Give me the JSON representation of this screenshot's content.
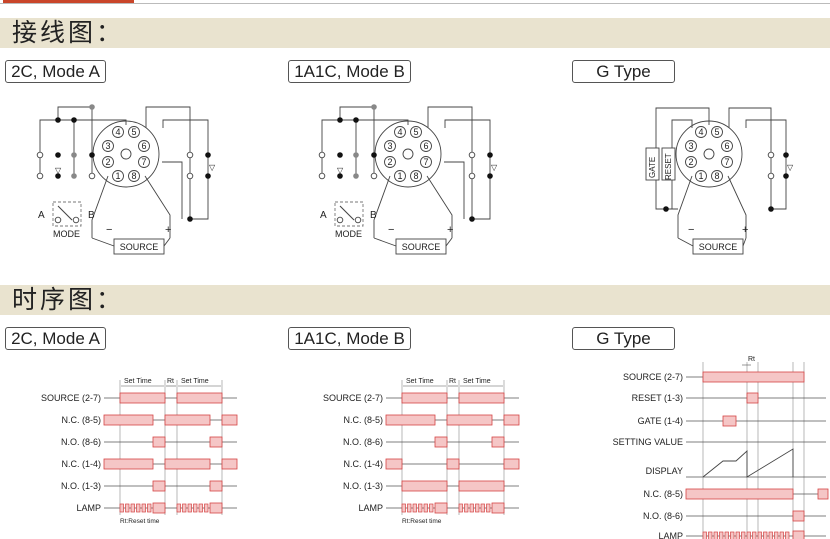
{
  "sections": {
    "wiring_title": "接线图：",
    "timing_title": "时序图："
  },
  "panels": [
    {
      "label": "2C, Mode A"
    },
    {
      "label": "1A1C, Mode B"
    },
    {
      "label": "G Type"
    }
  ],
  "wiring": {
    "pins": [
      "1",
      "2",
      "3",
      "4",
      "5",
      "6",
      "7",
      "8"
    ],
    "source": "SOURCE",
    "mode": "MODE",
    "switch_a": "A",
    "switch_b": "B",
    "minus": "−",
    "plus": "+",
    "gate": "GATE",
    "reset": "RESET"
  },
  "timing": {
    "set_time": "Set Time",
    "rt": "Rt",
    "rt_note": "Rt:Reset time",
    "rows_2c": [
      "SOURCE (2-7)",
      "N.C. (8-5)",
      "N.O. (8-6)",
      "N.C. (1-4)",
      "N.O. (1-3)",
      "LAMP"
    ],
    "rows_1a1c": [
      "SOURCE (2-7)",
      "N.C. (8-5)",
      "N.O. (8-6)",
      "N.C. (1-4)",
      "N.O. (1-3)",
      "LAMP"
    ],
    "rows_g": [
      "SOURCE (2-7)",
      "RESET (1-3)",
      "GATE (1-4)",
      "SETTING VALUE",
      "DISPLAY",
      "N.C. (8-5)",
      "N.O. (8-6)",
      "LAMP"
    ]
  },
  "colors": {
    "accent": "#c9452a",
    "band": "#e9e3cf",
    "pulse": "#f5c6c6",
    "pulse_edge": "#d44444"
  }
}
